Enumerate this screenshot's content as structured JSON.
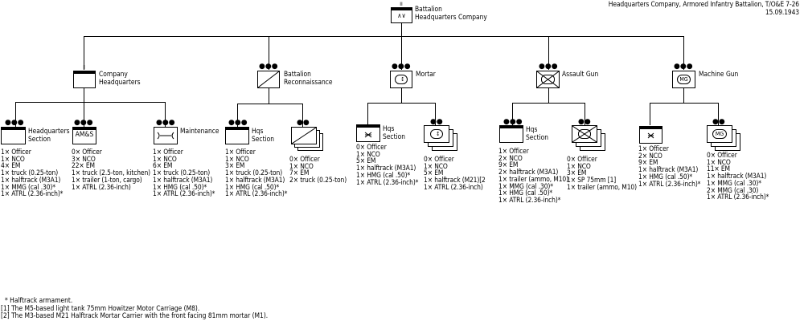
{
  "header": {
    "title": "Headquarters Company, Armored Infantry Battalion, T/O&E 7-26",
    "date": "15.09.1943"
  },
  "battalion": {
    "rank": "II",
    "label_1": "Battalion",
    "label_2": "Headquarters Company"
  },
  "units": {
    "coy_hq": {
      "rank": "I",
      "label_1": "Company",
      "label_2": "Headquarters"
    },
    "recon": {
      "rank": "●●●",
      "label_1": "Battalion",
      "label_2": "Reconnaissance"
    },
    "mortar": {
      "rank": "●●●",
      "label": "Mortar"
    },
    "assault": {
      "rank": "●●●",
      "label": "Assault Gun"
    },
    "mg": {
      "rank": "●●●",
      "label": "Machine Gun",
      "symbol": "MG"
    }
  },
  "sections": {
    "hq_section": {
      "rank": "●●●",
      "label_1": "Headquarters",
      "label_2": "Section",
      "lines": [
        "1× Officer",
        "1× NCO",
        "4× EM",
        "1× truck (0.25-ton)",
        "1× halftrack (M3A1)",
        "1× MMG (cal .30)*",
        "1× ATRL (2.36-inch)*"
      ]
    },
    "ams": {
      "rank": "●●●",
      "symbol": "AM&S",
      "lines": [
        "0× Officer",
        "3× NCO",
        "22× EM",
        "1× truck (2.5-ton, kitchen)",
        "1× trailer (1-ton, cargo)",
        "1× ATRL (2.36-inch)"
      ]
    },
    "maintenance": {
      "rank": "●●●",
      "label": "Maintenance",
      "lines": [
        "1× Officer",
        "1× NCO",
        "6× EM",
        "1× truck (0.25-ton)",
        "1× halftrack (M3A1)",
        "1× HMG (cal .50)*",
        "1× ATRL (2.36-inch)*"
      ]
    },
    "recon_hqs": {
      "rank": "●●●",
      "label_1": "Hqs",
      "label_2": "Section",
      "lines": [
        "1× Officer",
        "1× NCO",
        "3× EM",
        "1× truck (0.25-ton)",
        "1× halftrack (M3A1)",
        "1× HMG (cal .50)*",
        "1× ATRL (2.36-inch)*"
      ]
    },
    "recon_squads": {
      "rank": "●●",
      "lines": [
        "0× Officer",
        "1× NCO",
        "7× EM",
        "2× truck (0.25-ton)"
      ]
    },
    "mortar_hqs": {
      "label_1": "Hqs",
      "label_2": "Section",
      "lines": [
        "0× Officer",
        "1× NCO",
        "5× EM",
        "1× halftrack (M3A1)",
        "1× HMG (cal .50)*",
        "1× ATRL (2.36-inch)*"
      ]
    },
    "mortar_squads": {
      "rank": "●●",
      "lines": [
        "0× Officer",
        "1× NCO",
        "5× EM",
        "1× halftrack (M21)[2",
        "1× ATRL (2.36-inch)"
      ]
    },
    "assault_hqs": {
      "rank": "●●●",
      "label_1": "Hqs",
      "label_2": "Section",
      "lines": [
        "1× Officer",
        "2× NCO",
        "9× EM",
        "2× halftrack (M3A1)",
        "1× trailer (ammo, M10)",
        "1× MMG (cal .30)*",
        "1× HMG (cal .50)*",
        "1× ATRL (2.36-inch)*"
      ]
    },
    "assault_squads": {
      "rank": "●●",
      "lines": [
        "0× Officer",
        "1× NCO",
        "3× EM",
        "1× SP 75mm [1]",
        "1× trailer (ammo, M10)"
      ]
    },
    "mg_hq": {
      "lines": [
        "1× Officer",
        "2× NCO",
        "9× EM",
        "1× halftrack (M3A1)",
        "1× HMG (cal .50)*",
        "1× ATRL (2.36-inch)*"
      ]
    },
    "mg_squads": {
      "rank": "●●",
      "symbol": "MG",
      "lines": [
        "0× Officer",
        "1× NCO",
        "11× EM",
        "1× halftrack (M3A1)",
        "1× MMG (cal .30)*",
        "2× MMG (cal .30)",
        "1× ATRL (2.36-inch)*"
      ]
    }
  },
  "footnotes": [
    "* Halftrack armament.",
    "[1] The M5-based light tank 75mm Howitzer Motor Carriage (M8).",
    "[2] The M3-based M21 Halftrack Mortar Carrier with the front facing 81mm mortar (M1)."
  ]
}
